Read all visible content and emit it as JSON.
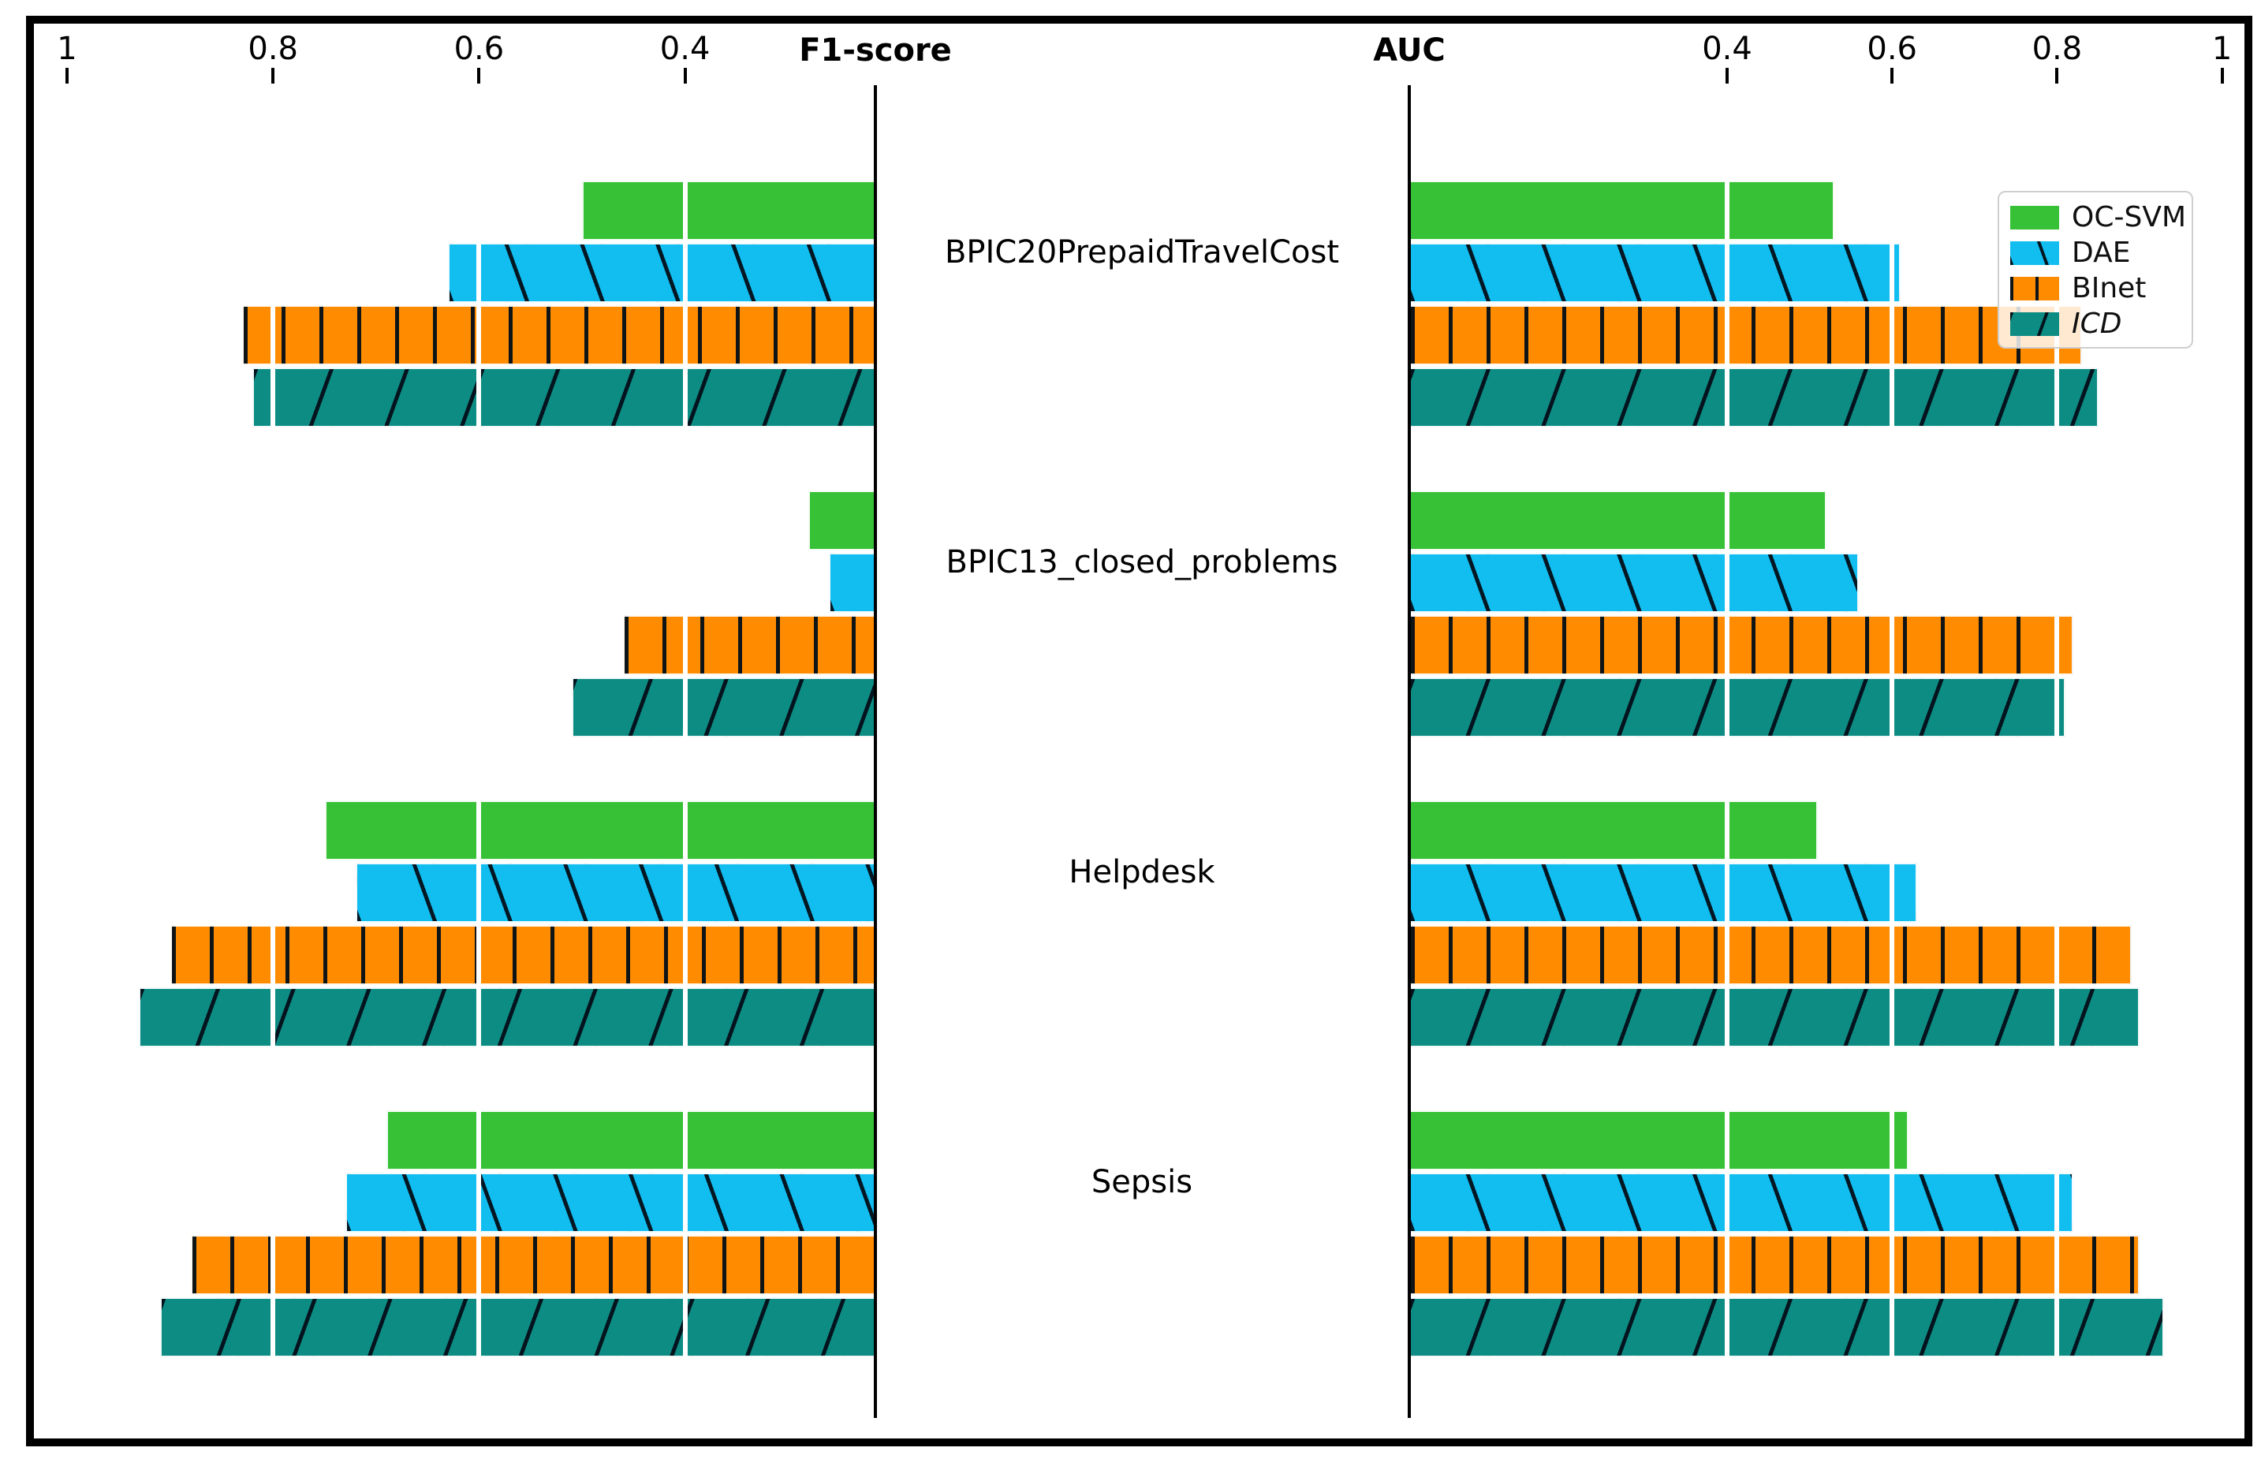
{
  "figure": {
    "background": "#ffffff",
    "border_color": "#000000",
    "description": "Butterfly bar chart comparing anomaly detection methods per dataset: F1-score (left, reversed axis) and AUC (right)."
  },
  "methods": [
    {
      "id": "oc-svm",
      "label": "OC-SVM",
      "color": "#36c136",
      "hatch": "none",
      "italic": false
    },
    {
      "id": "dae",
      "label": "DAE",
      "color": "#12bdf0",
      "hatch": "backslash",
      "italic": false
    },
    {
      "id": "binet",
      "label": "BInet",
      "color": "#ff8c00",
      "hatch": "vertical",
      "italic": false
    },
    {
      "id": "icd",
      "label": "ICD",
      "color": "#0d8c84",
      "hatch": "slash",
      "italic": true
    }
  ],
  "chart_data": {
    "type": "bar",
    "orientation": "horizontal-butterfly",
    "categories": [
      "BPIC20PrepaidTravelCost",
      "BPIC13_closed_problems",
      "Helpdesk",
      "Sepsis"
    ],
    "legend_position": "upper-right-of-AUC-panel",
    "grid": "white vertical gridlines drawn over bars at each tick",
    "panels": [
      {
        "title": "F1-score",
        "side": "left",
        "axis_reversed": true,
        "ticks": [
          1,
          0.8,
          0.6,
          0.4
        ],
        "tick_labels": [
          "1",
          "0.8",
          "0.6",
          "0.4"
        ],
        "xlim": [
          1.03,
          0.21
        ],
        "series": [
          {
            "name": "OC-SVM",
            "values": [
              0.5,
              0.28,
              0.75,
              0.69
            ]
          },
          {
            "name": "DAE",
            "values": [
              0.63,
              0.26,
              0.72,
              0.73
            ]
          },
          {
            "name": "BInet",
            "values": [
              0.83,
              0.46,
              0.9,
              0.88
            ]
          },
          {
            "name": "ICD",
            "values": [
              0.82,
              0.51,
              0.93,
              0.91
            ]
          }
        ]
      },
      {
        "title": "AUC",
        "side": "right",
        "axis_reversed": false,
        "ticks": [
          0.4,
          0.6,
          0.8,
          1
        ],
        "tick_labels": [
          "0.4",
          "0.6",
          "0.8",
          "1"
        ],
        "xlim": [
          0.01,
          1.03
        ],
        "series": [
          {
            "name": "OC-SVM",
            "values": [
              0.53,
              0.52,
              0.51,
              0.62
            ]
          },
          {
            "name": "DAE",
            "values": [
              0.61,
              0.56,
              0.63,
              0.82
            ]
          },
          {
            "name": "BInet",
            "values": [
              0.83,
              0.82,
              0.89,
              0.9
            ]
          },
          {
            "name": "ICD",
            "values": [
              0.85,
              0.81,
              0.9,
              0.93
            ]
          }
        ]
      }
    ]
  }
}
